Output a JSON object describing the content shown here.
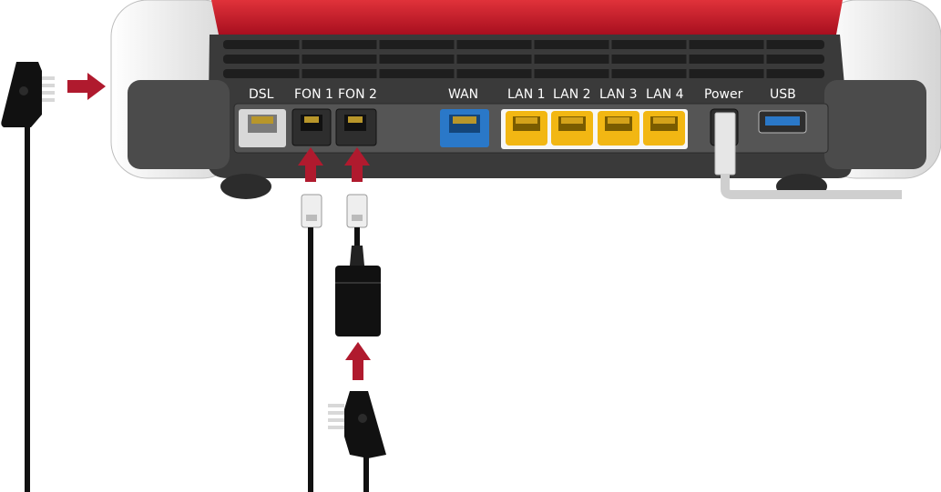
{
  "ports": {
    "dsl": "DSL",
    "fon1": "FON 1",
    "fon2": "FON 2",
    "wan": "WAN",
    "lan1": "LAN 1",
    "lan2": "LAN 2",
    "lan3": "LAN 3",
    "lan4": "LAN 4",
    "power": "Power",
    "usb": "USB"
  },
  "colors": {
    "router_top": "#c8102e",
    "router_body": "#3a3a3a",
    "panel": "#4a4a4a",
    "dsl_port": "#d8d8d8",
    "wan_port": "#2a78c8",
    "lan_port": "#f2b713",
    "arrow": "#b01a2e",
    "cable": "#222222",
    "power_cable": "#cfcfcf"
  },
  "icons": [
    "arrow-right-icon",
    "arrow-up-icon",
    "tae-plug-icon",
    "rj11-plug-icon",
    "tae-adapter-icon"
  ]
}
